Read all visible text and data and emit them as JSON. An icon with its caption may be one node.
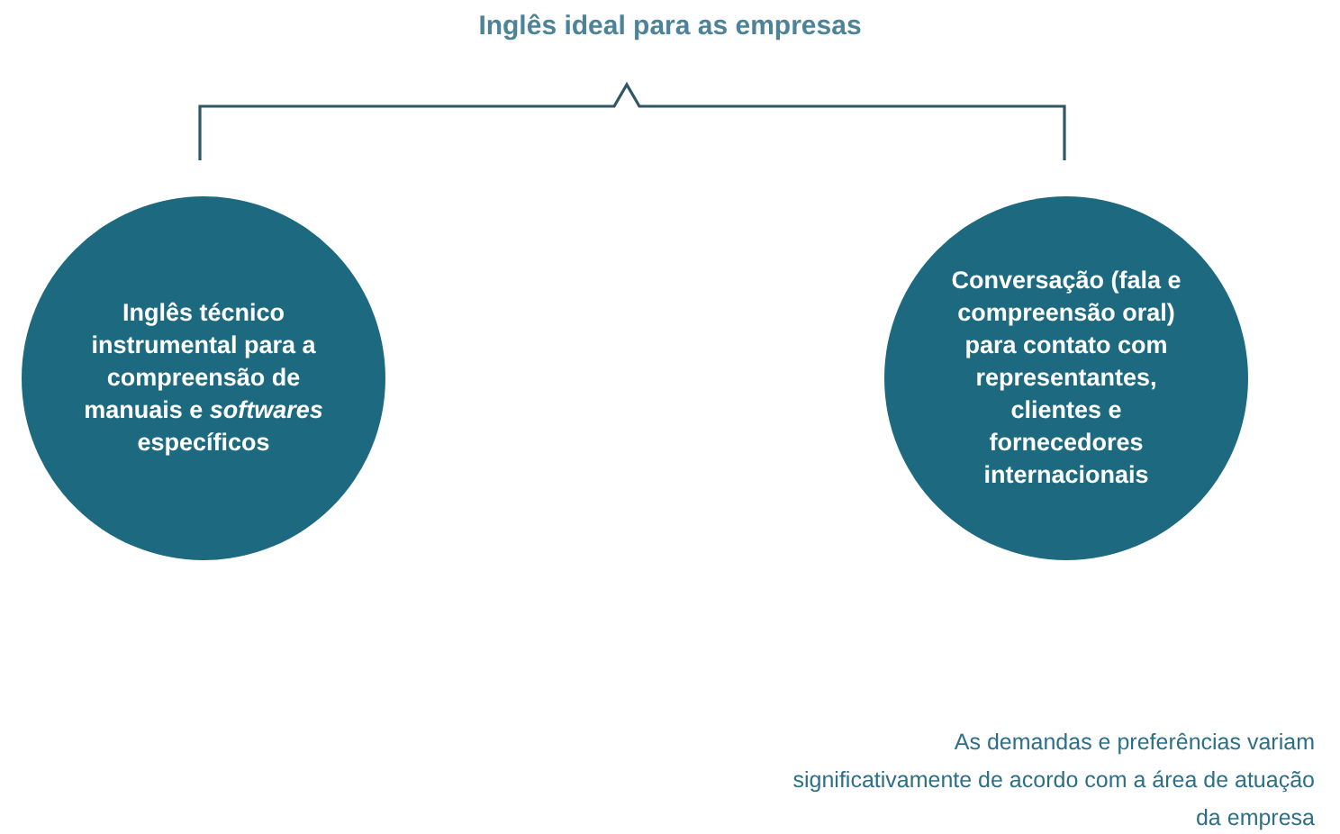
{
  "diagram": {
    "title": "Inglês ideal para as empresas",
    "nodes": [
      {
        "text": [
          "Inglês técnico instrumental para a compreensão de manuais e *softwares* específicos"
        ]
      },
      {
        "text": [
          "Conversação (fala e compreensão oral) para contato com representantes, clientes e fornecedores internacionais"
        ]
      }
    ],
    "labels": [
      "As demandas e preferências variam significativamente de acordo com a área de atuação da empresa"
    ]
  }
}
